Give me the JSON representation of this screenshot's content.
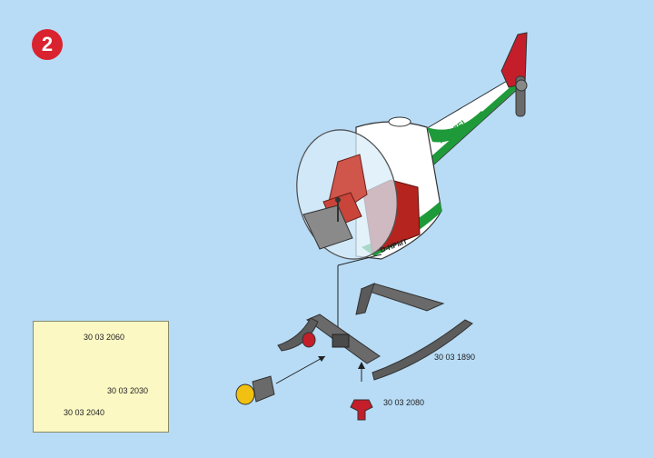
{
  "step": {
    "number": "2"
  },
  "helicopter": {
    "side_text": "POLIZEI",
    "registration": "D-HPMT"
  },
  "parts": {
    "skid_assembly": "30 03 1890",
    "peg": "30 03 2080",
    "inset_clip": "30 03 2060",
    "inset_connector": "30 03 2030",
    "inset_light": "30 03 2040"
  },
  "colors": {
    "background": "#b8dcf6",
    "badge": "#d9232e",
    "inset_panel": "#fbf8c4",
    "body": "#ffffff",
    "stripe": "#1f9a3a",
    "seat": "#c0302a",
    "skid": "#5a5a5a",
    "light": "#f2c010"
  }
}
